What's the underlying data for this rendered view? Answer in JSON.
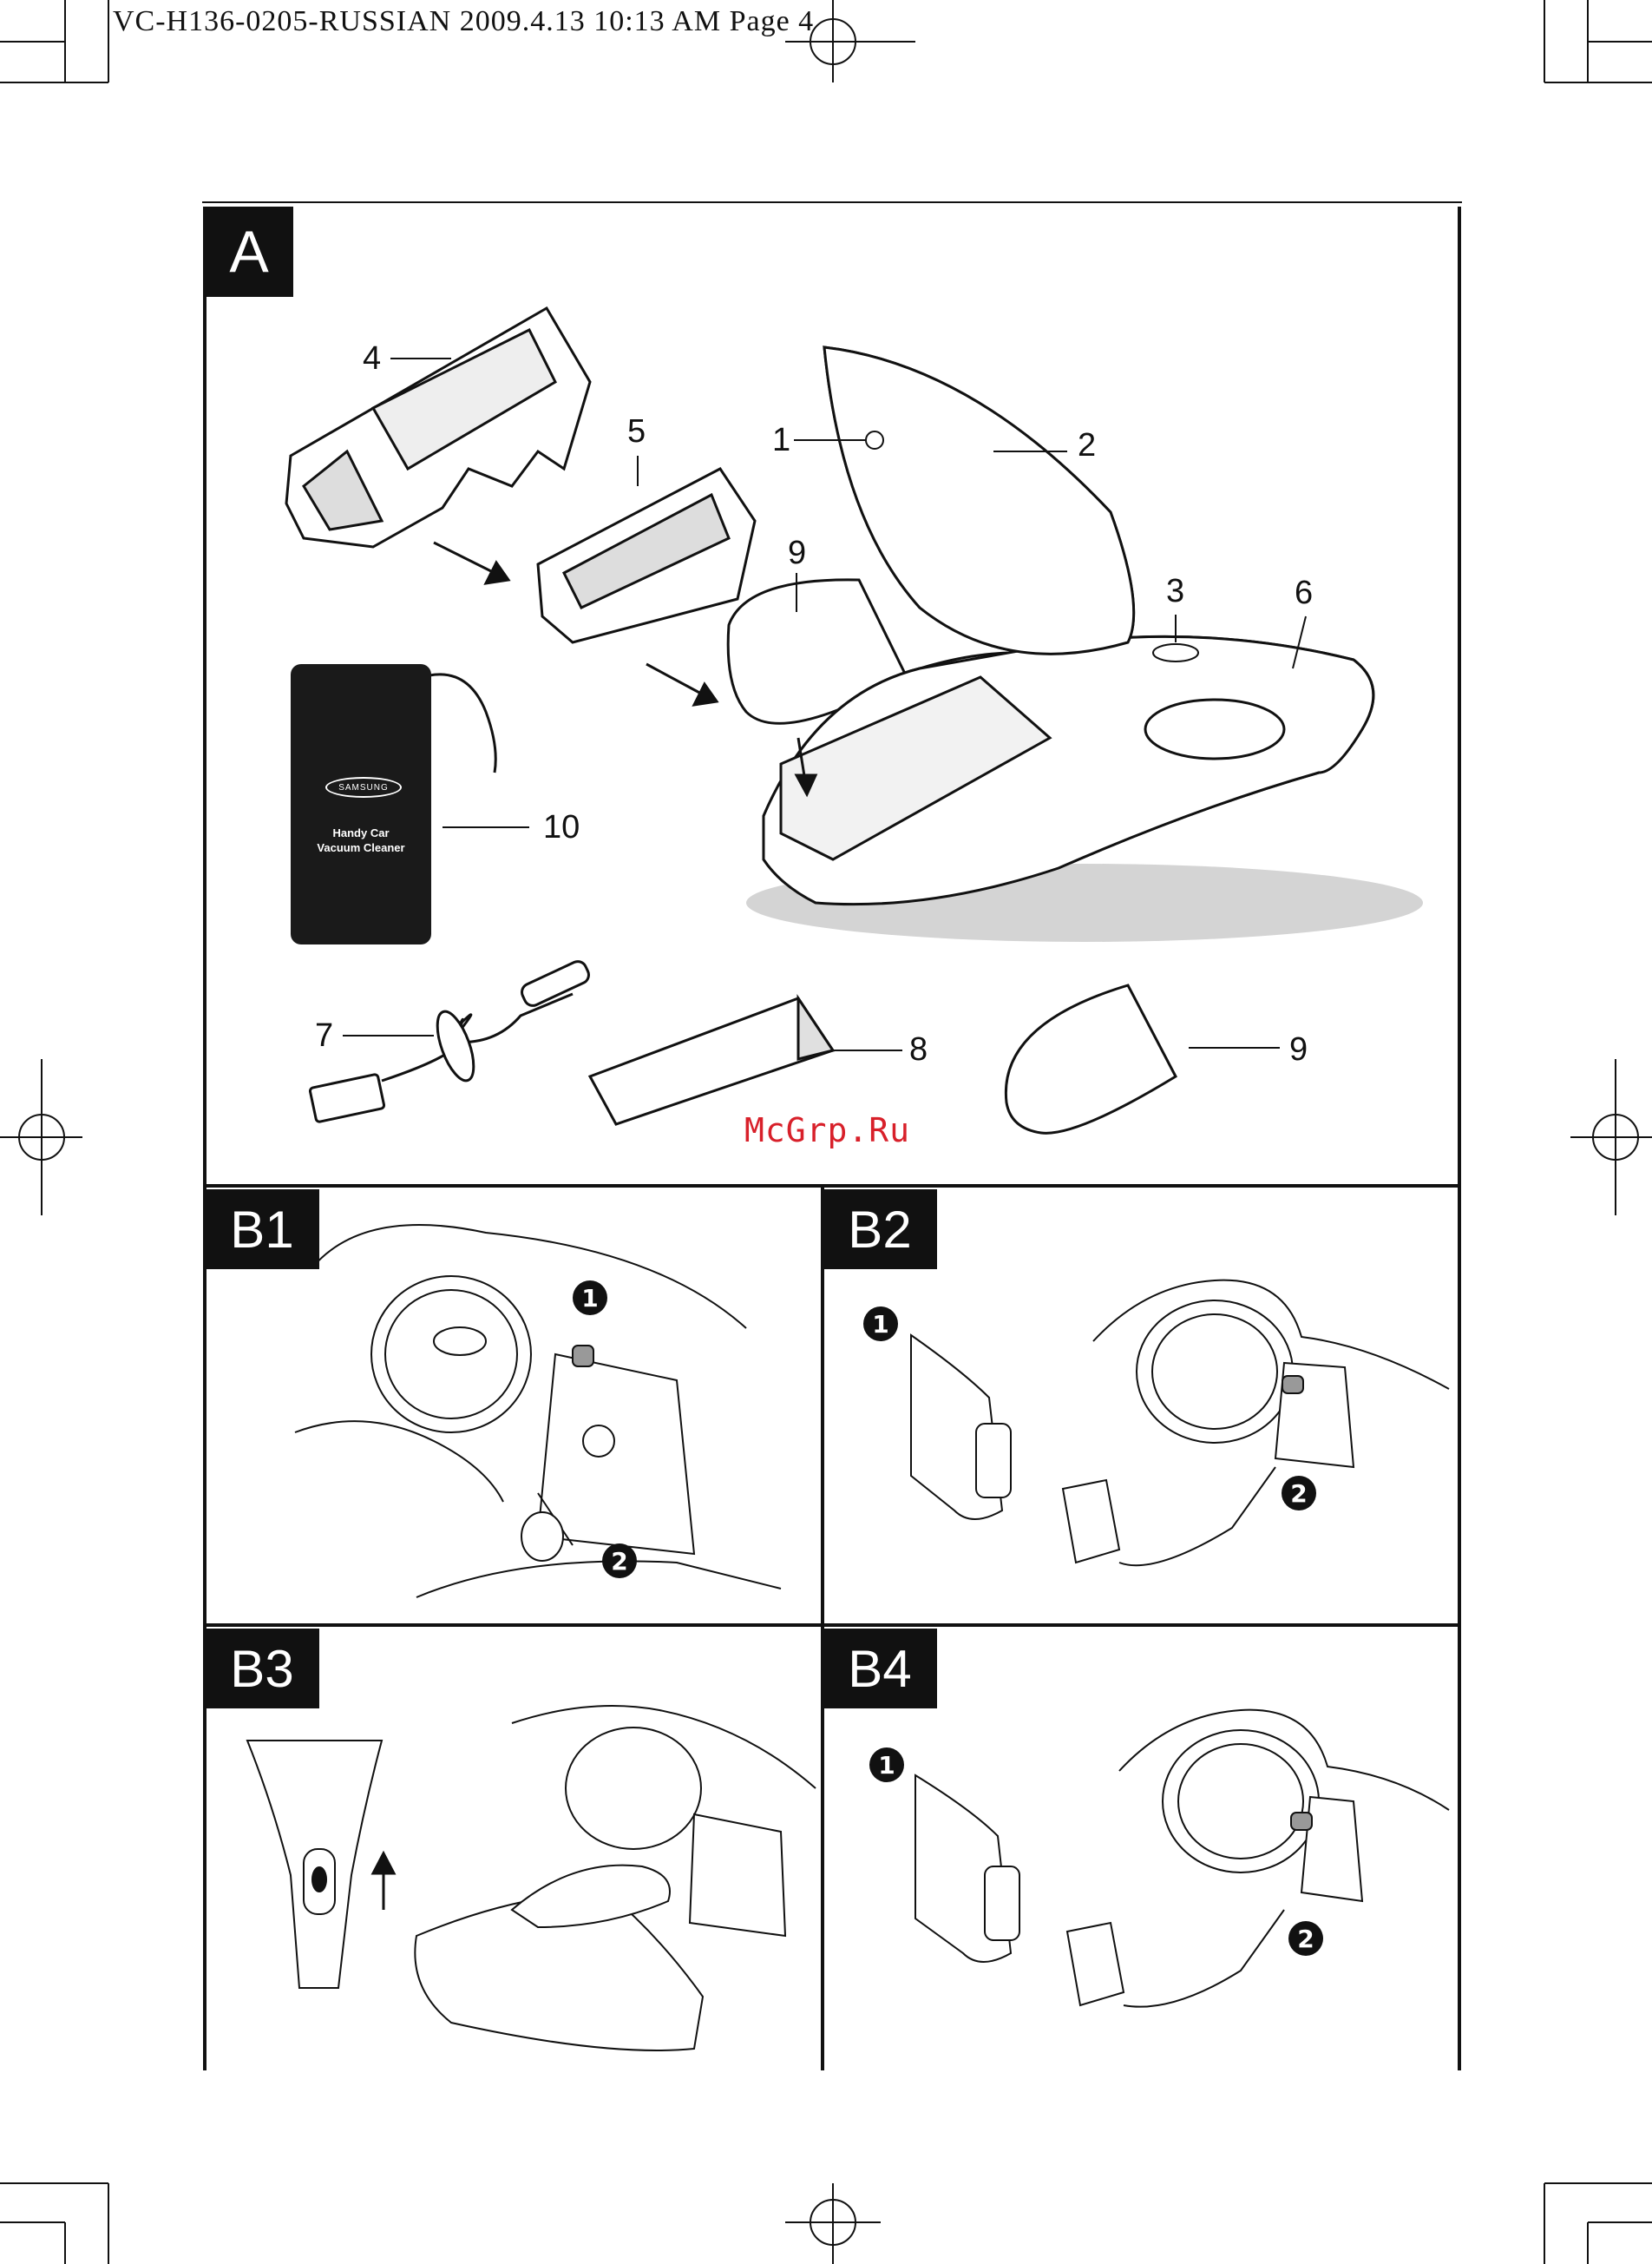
{
  "header": {
    "print_slug": "VC-H136-0205-RUSSIAN  2009.4.13  10:13 AM  Page 4"
  },
  "sections": {
    "a": "A",
    "b1": "B1",
    "b2": "B2",
    "b3": "B3",
    "b4": "B4"
  },
  "callouts": {
    "c1": "1",
    "c2": "2",
    "c3": "3",
    "c4": "4",
    "c5": "5",
    "c6": "6",
    "c7": "7",
    "c8": "8",
    "c9a": "9",
    "c9b": "9",
    "c10": "10"
  },
  "storage_bag": {
    "brand": "SAMSUNG",
    "title_line1": "Handy Car",
    "title_line2": "Vacuum Cleaner"
  },
  "steps": {
    "b1_1": "1",
    "b1_2": "2",
    "b2_1": "1",
    "b2_2": "2",
    "b4_1": "1",
    "b4_2": "2"
  },
  "watermark": "McGrp.Ru"
}
